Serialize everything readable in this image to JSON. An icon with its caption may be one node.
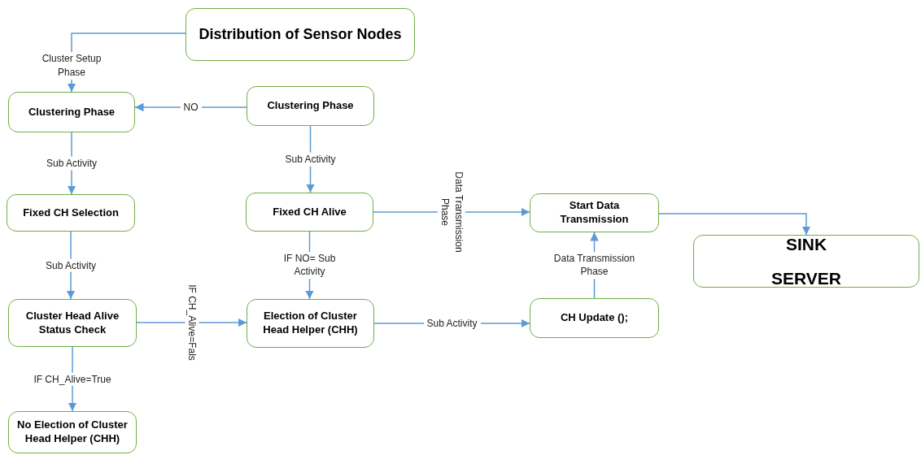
{
  "diagram": {
    "nodes": [
      {
        "text": [
          "Distribution of Sensor Nodes"
        ]
      },
      {
        "text": [
          "Clustering Phase"
        ]
      },
      {
        "text": [
          "Clustering Phase"
        ]
      },
      {
        "text": [
          "Fixed CH Selection"
        ]
      },
      {
        "text": [
          "Fixed CH Alive"
        ]
      },
      {
        "text": [
          "Start Data Transmission"
        ]
      },
      {
        "text": [
          "SINK SERVER"
        ]
      },
      {
        "text": [
          "Cluster Head Alive Status Check"
        ]
      },
      {
        "text": [
          "Election of Cluster Head Helper (CHH)"
        ]
      },
      {
        "text": [
          "CH Update ();"
        ]
      },
      {
        "text": [
          "No Election of Cluster Head Helper (CHH)"
        ]
      }
    ],
    "edges": [
      {
        "from": 0,
        "to": 1,
        "arrow": "to",
        "label": "Cluster Setup Phase"
      },
      {
        "from": 2,
        "to": 1,
        "arrow": "to",
        "label": "NO"
      },
      {
        "from": 1,
        "to": 3,
        "arrow": "to",
        "label": "Sub Activity"
      },
      {
        "from": 2,
        "to": 4,
        "arrow": "to",
        "label": "Sub Activity"
      },
      {
        "from": 3,
        "to": 7,
        "arrow": "to",
        "label": "Sub Activity"
      },
      {
        "from": 4,
        "to": 8,
        "arrow": "to",
        "label": "IF NO= Sub Activity"
      },
      {
        "from": 7,
        "to": 10,
        "arrow": "to",
        "label": "IF CH_Alive=True"
      },
      {
        "from": 7,
        "to": 8,
        "arrow": "to",
        "label": "IF CH_Alive=Fals"
      },
      {
        "from": 4,
        "to": 5,
        "arrow": "to",
        "label": "Data Transmission Phase"
      },
      {
        "from": 8,
        "to": 9,
        "arrow": "to",
        "label": "Sub Activity"
      },
      {
        "from": 9,
        "to": 5,
        "arrow": "to",
        "label": "Data Transmission Phase"
      },
      {
        "from": 5,
        "to": 6,
        "arrow": "to"
      }
    ]
  }
}
